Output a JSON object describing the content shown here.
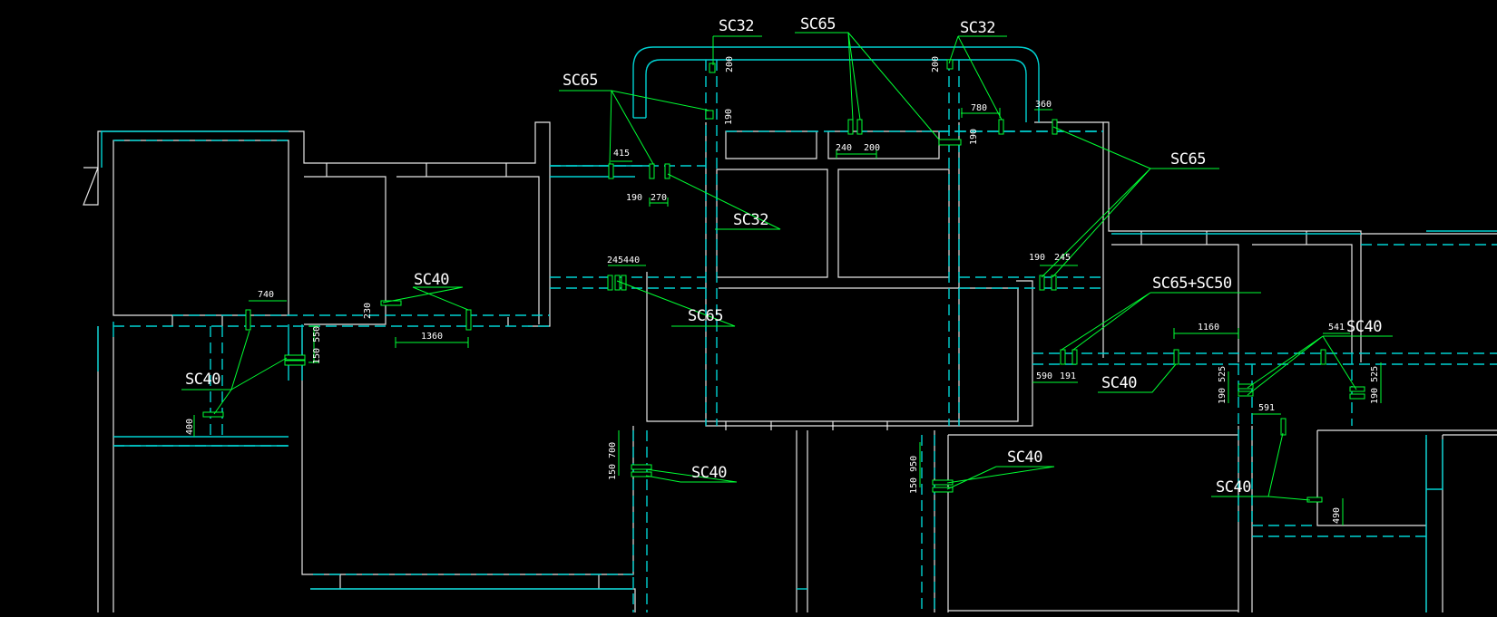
{
  "labels": {
    "sc32_a": "SC32",
    "sc65_a": "SC65",
    "sc32_b": "SC32",
    "sc65_b": "SC65",
    "sc65_c": "SC65",
    "sc32_c": "SC32",
    "sc40_a": "SC40",
    "sc40_b": "SC40",
    "sc65_d": "SC65",
    "sc65_sc50": "SC65+SC50",
    "sc40_c": "SC40",
    "sc40_d": "SC40",
    "sc40_e": "SC40",
    "sc40_f": "SC40",
    "sc40_g": "SC40"
  },
  "dims": {
    "d200_a": "200",
    "d200_b": "200",
    "d190_a": "190",
    "d780": "780",
    "d360": "360",
    "d190_b": "190",
    "d240": "240",
    "d200_c": "200",
    "d415": "415",
    "d190_c": "190",
    "d270": "270",
    "d245440": "245440",
    "d740": "740",
    "d230": "230",
    "d1360": "1360",
    "d150_550": "150 550",
    "d400": "400",
    "d190_d": "190",
    "d245": "245",
    "d1160": "1160",
    "d590": "590",
    "d191": "191",
    "d541": "541",
    "d190_525_a": "190 525",
    "d190_525_b": "190 525",
    "d591": "591",
    "d150_700": "150  700",
    "d150_950": "150  950",
    "d490": "490"
  },
  "colors": {
    "background": "#000000",
    "wall": "#e6e6e6",
    "pipe": "#00d2d2",
    "annotation": "#00ff33",
    "text": "#ffffff"
  }
}
